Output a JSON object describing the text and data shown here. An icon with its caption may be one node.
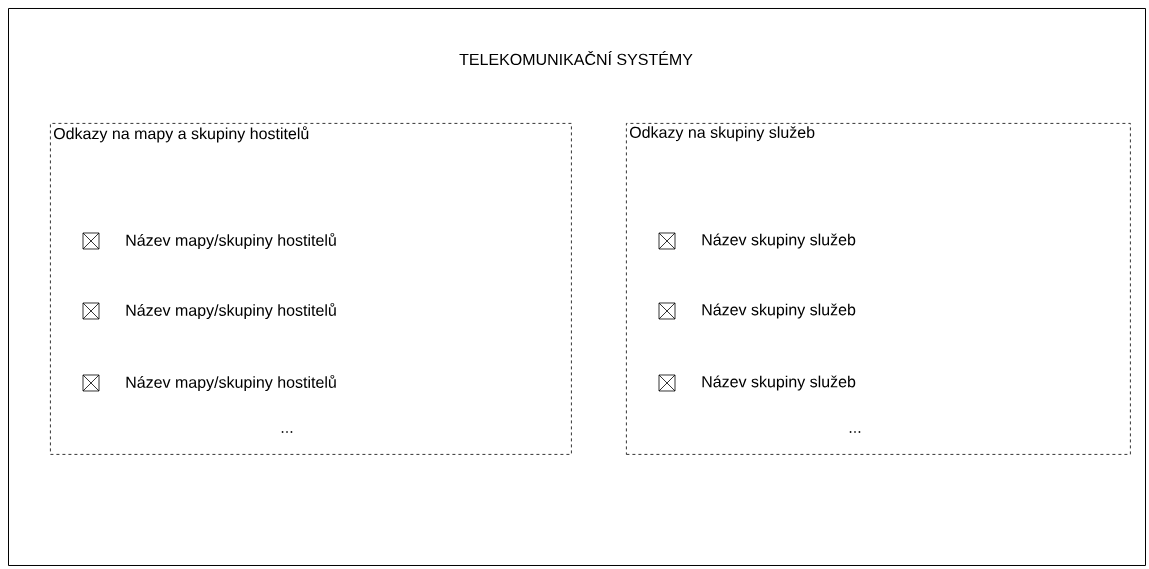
{
  "diagram": {
    "nodes": [
      {
        "text": [
          "TELEKOMUNIKAČNÍ SYSTÉMY"
        ]
      },
      {
        "text": [
          "Odkazy na mapy a skupiny hostitelů",
          "Název mapy/skupiny hostitelů",
          "Název mapy/skupiny hostitelů",
          "Název mapy/skupiny hostitelů",
          "..."
        ],
        "in": 0
      },
      {
        "text": [
          "Odkazy na skupiny služeb",
          "Název skupiny služeb",
          "Název skupiny služeb",
          "Název skupiny služeb",
          "..."
        ],
        "in": 0
      }
    ]
  }
}
